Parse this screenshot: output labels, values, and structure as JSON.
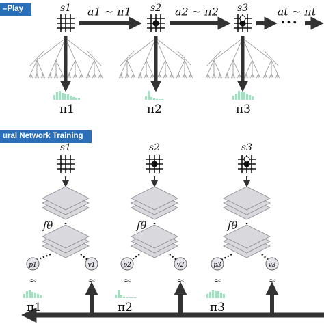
{
  "section_self_play": {
    "tag": "–Play"
  },
  "section_training": {
    "tag": "ural Network Training"
  },
  "self_play": {
    "states": [
      "s1",
      "s2",
      "s3"
    ],
    "actions": [
      "a1 ~ π1",
      "a2 ~ π2",
      "at ~ πt"
    ],
    "policies": [
      "π1",
      "π2",
      "π3"
    ],
    "ellipsis": "•••"
  },
  "training": {
    "states": [
      "s1",
      "s2",
      "s3"
    ],
    "network_label": "fθ",
    "policy_heads": [
      "p1",
      "p2",
      "p3"
    ],
    "value_heads": [
      "v1",
      "v2",
      "v3"
    ],
    "approx": "≈",
    "targets": [
      "π1",
      "π2",
      "π3"
    ]
  },
  "colors": {
    "accent": "#2a6fb8",
    "policy_bars": "#a8dcc1",
    "arrow": "#333333",
    "layer_fill": "#d9d9dd"
  }
}
